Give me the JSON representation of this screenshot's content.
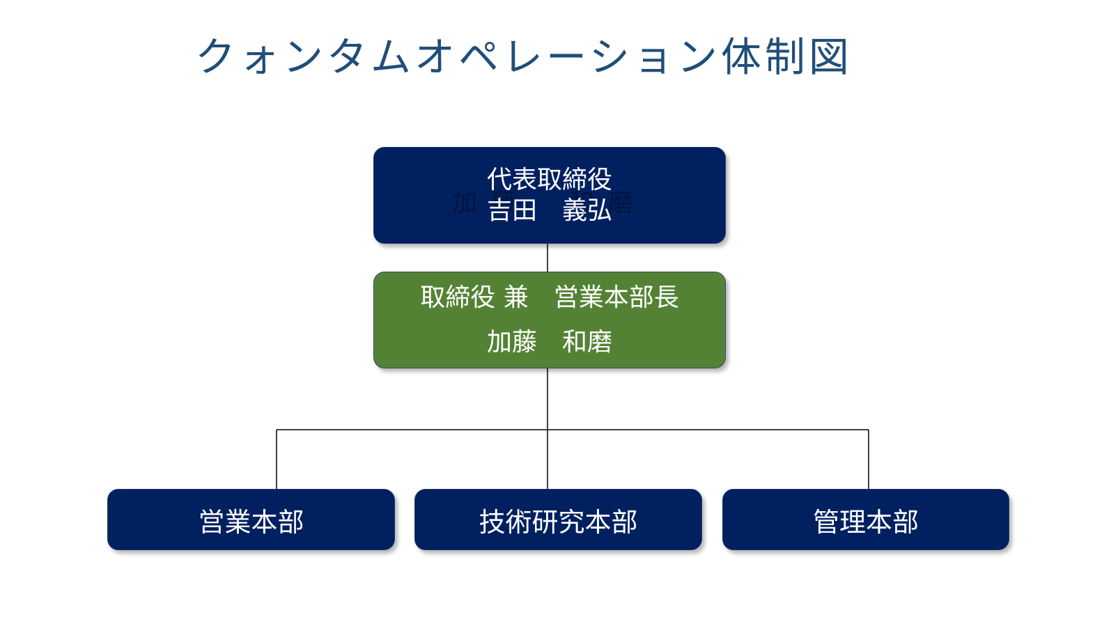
{
  "title": "クォンタムオペレーション体制図",
  "ceo": {
    "role": "代表取締役",
    "name": "吉田　義弘",
    "overlapped_name": "加藤　和磨"
  },
  "vp": {
    "role": "取締役 兼　営業本部長",
    "name": "加藤　和磨"
  },
  "departments": [
    {
      "label": "営業本部"
    },
    {
      "label": "技術研究本部"
    },
    {
      "label": "管理本部"
    }
  ],
  "colors": {
    "title": "#1f4e79",
    "navy_box": "#002060",
    "green_box": "#548235",
    "connector": "#000000"
  }
}
